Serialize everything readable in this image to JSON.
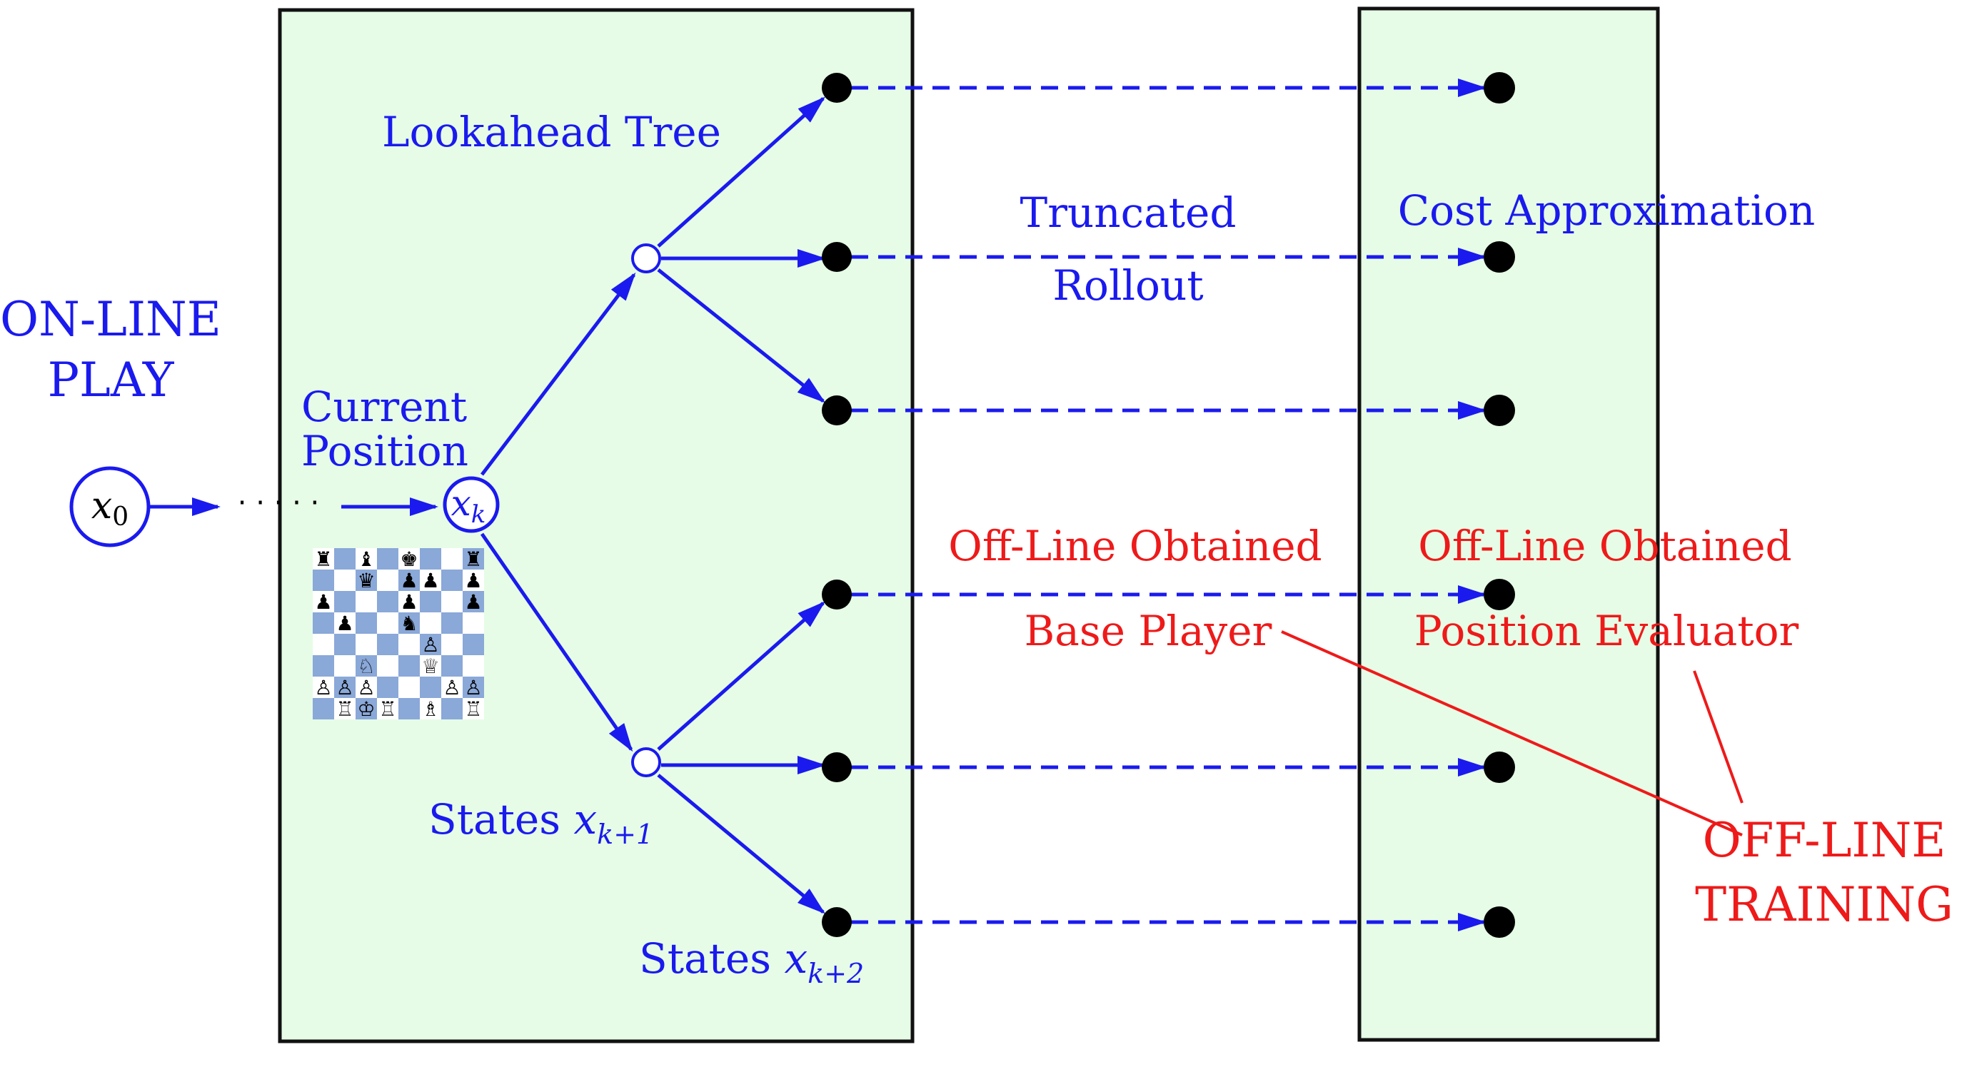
{
  "colors": {
    "blue": "#1a1aee",
    "red": "#ee1a1a",
    "panel_fill": "#e6fce6",
    "panel_border": "#111111",
    "board_dark": "#8aa8d8",
    "board_light": "#ffffff"
  },
  "labels": {
    "online_play_line1": "ON-LINE",
    "online_play_line2": "PLAY",
    "current_line1": "Current",
    "current_line2": "Position",
    "x0_base": "x",
    "x0_sub": "0",
    "xk_base": "x",
    "xk_sub": "k",
    "dots": "· · · · ·",
    "lookahead": "Lookahead  Tree",
    "states1_text": "States ",
    "states1_base": "x",
    "states1_sub": "k+1",
    "states2_text": "States ",
    "states2_base": "x",
    "states2_sub": "k+2",
    "truncated": "Truncated",
    "rollout": "Rollout",
    "cost_approx": "Cost Approximation",
    "offline_obtained_1": "Off-Line Obtained",
    "base_player": "Base Player",
    "offline_obtained_2": "Off-Line Obtained",
    "position_evaluator": "Position Evaluator",
    "offline_line1": "OFF-LINE",
    "offline_line2": "TRAINING"
  },
  "icons": {
    "chessboard": "chessboard-icon"
  },
  "chessboard": {
    "rows": [
      [
        "♜",
        "",
        "♝",
        "",
        "♚",
        "",
        "",
        "♜"
      ],
      [
        "",
        "",
        "♛",
        "",
        "♟",
        "♟",
        "",
        "♟"
      ],
      [
        "♟",
        "",
        "",
        "",
        "♟",
        "",
        "",
        "♟"
      ],
      [
        "",
        "♟",
        "",
        "",
        "♞",
        "",
        "",
        ""
      ],
      [
        "",
        "",
        "",
        "",
        "",
        "♙",
        "",
        ""
      ],
      [
        "",
        "",
        "♘",
        "",
        "",
        "♕",
        "",
        ""
      ],
      [
        "♙",
        "♙",
        "♙",
        "",
        "",
        "",
        "♙",
        "♙"
      ],
      [
        "",
        "♖",
        "♔",
        "♖",
        "",
        "♗",
        "",
        "♖"
      ]
    ]
  }
}
